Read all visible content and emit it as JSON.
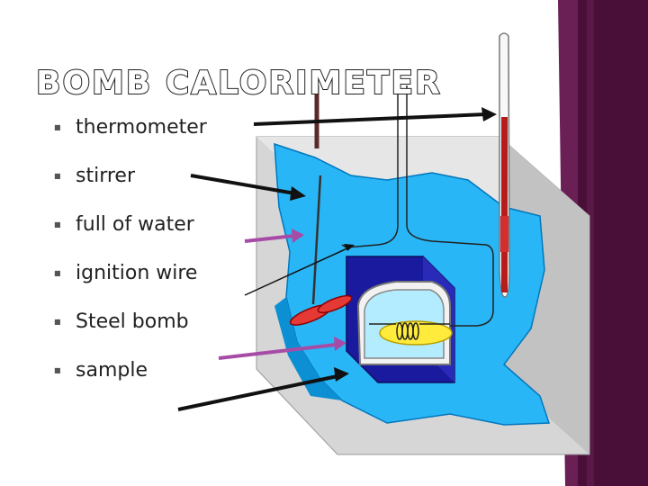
{
  "slide": {
    "title": "BOMB CALORIMETER",
    "bullets": [
      {
        "label": "thermometer"
      },
      {
        "label": "stirrer"
      },
      {
        "label": "full of water"
      },
      {
        "label": "ignition wire"
      },
      {
        "label": "Steel bomb"
      },
      {
        "label": "sample"
      }
    ]
  },
  "colors": {
    "right_bar": "#4a0f38",
    "box_gray": "#d9d9d9",
    "water": "#29b6f6",
    "bomb_blue": "#1a1a9e",
    "bomb_inner": "#b3ecff",
    "sample": "#ffeb3b",
    "thermometer_red": "#b71c1c",
    "arrow_black": "#111111",
    "arrow_purple": "#a64ca6"
  }
}
